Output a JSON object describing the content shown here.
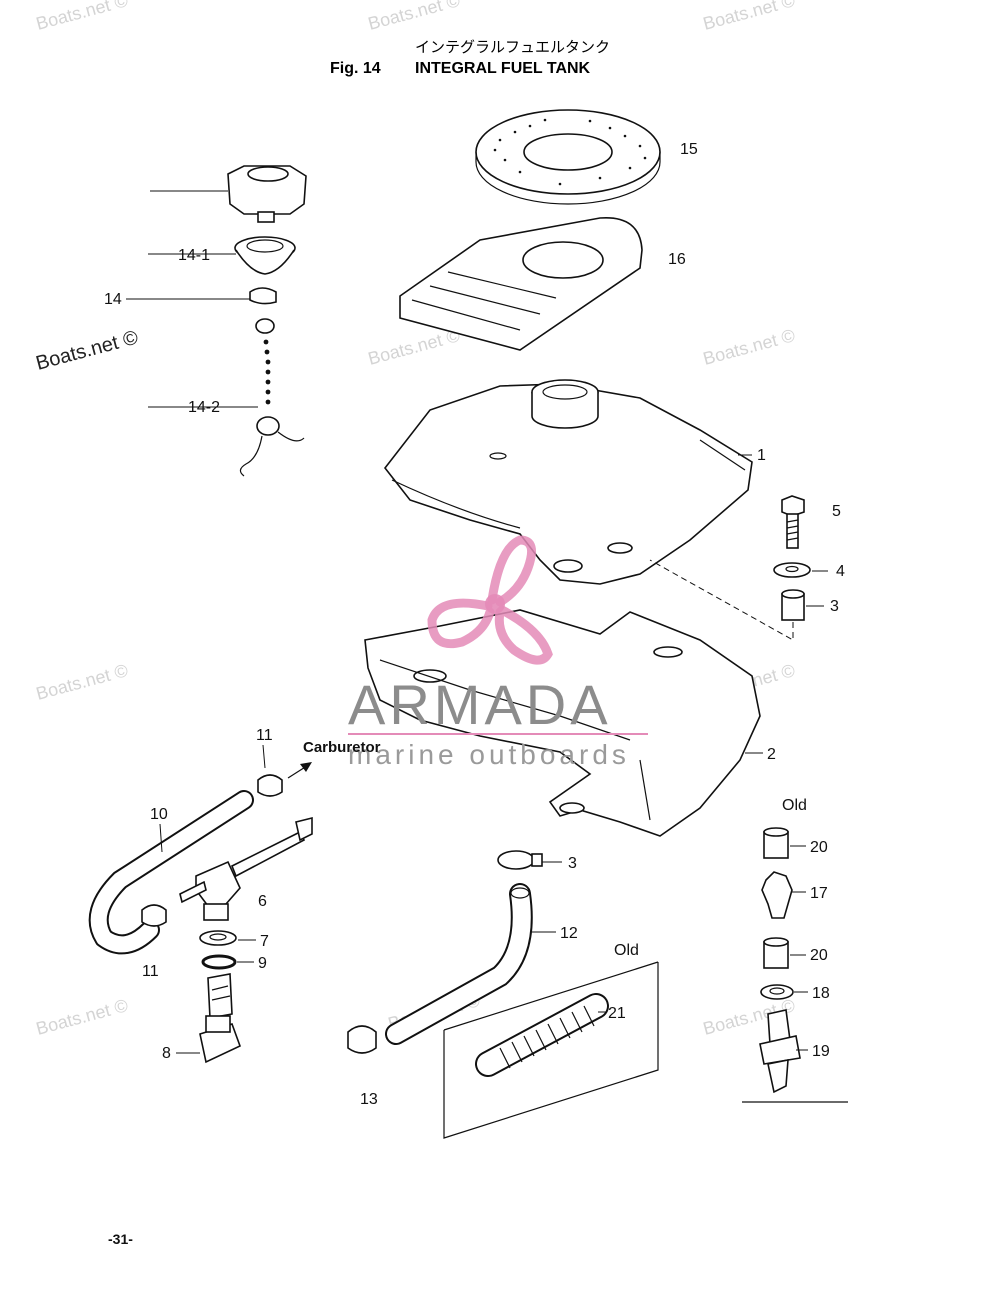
{
  "header": {
    "title_jp": "インテグラルフュエルタンク",
    "fig_label": "Fig. 14",
    "title_en": "INTEGRAL FUEL TANK"
  },
  "callouts": {
    "c15": "15",
    "c16": "16",
    "c14_1": "14-1",
    "c14": "14",
    "c14_2": "14-2",
    "c1": "1",
    "c5": "5",
    "c4": "4",
    "c3": "3",
    "c2": "2",
    "c11a": "11",
    "c10": "10",
    "c6": "6",
    "c7": "7",
    "c9": "9",
    "c11b": "11",
    "c8": "8",
    "c3b": "3",
    "c12": "12",
    "c13": "13",
    "c21": "21",
    "c20a": "20",
    "c17": "17",
    "c20b": "20",
    "c18": "18",
    "c19": "19"
  },
  "old_label_1": "Old",
  "old_label_2": "Old",
  "carburetor_label": "Carburetor",
  "watermarks": {
    "text": "Boats.net ©",
    "brand": "ARMADA",
    "brand_sub": "marine outboards"
  },
  "page_number": "-31-",
  "colors": {
    "ink": "#111111",
    "watermark": "#d4d4d4",
    "logo_pink": "#e48bb8",
    "logo_grey": "#8c8c8c"
  }
}
